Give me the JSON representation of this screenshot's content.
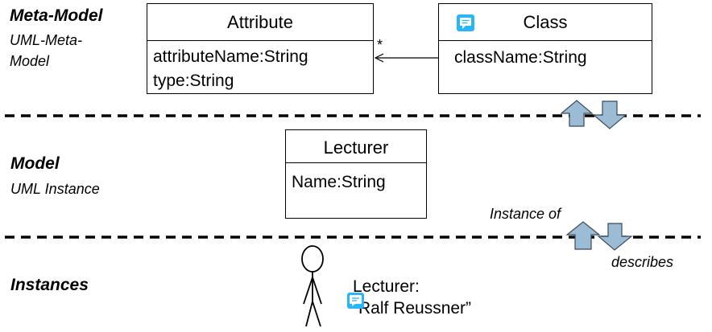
{
  "layers": {
    "meta": {
      "title": "Meta-Model",
      "subtitle_line1": "UML-Meta-",
      "subtitle_line2": "Model"
    },
    "model": {
      "title": "Model",
      "subtitle": "UML Instance"
    },
    "instances": {
      "title": "Instances"
    }
  },
  "classes": {
    "attribute": {
      "name": "Attribute",
      "attrs": [
        "attributeName:String",
        "type:String"
      ]
    },
    "class": {
      "name": "Class",
      "attrs": [
        "className:String"
      ]
    },
    "lecturer": {
      "name": "Lecturer",
      "attrs": [
        "Name:String"
      ]
    }
  },
  "association": {
    "multiplicity": "*"
  },
  "labels": {
    "instance_of": "Instance of",
    "describes": "describes"
  },
  "instance": {
    "line1": "Lecturer:",
    "line2": "Ralf Reussner”",
    "open_quote": "“"
  },
  "colors": {
    "arrow_fill": "#9cbcd6",
    "arrow_stroke": "#3a4a5a",
    "comment_icon": "#29b6f6"
  },
  "icons": {
    "comment": "comment-icon",
    "figure": "stick-figure-icon"
  }
}
